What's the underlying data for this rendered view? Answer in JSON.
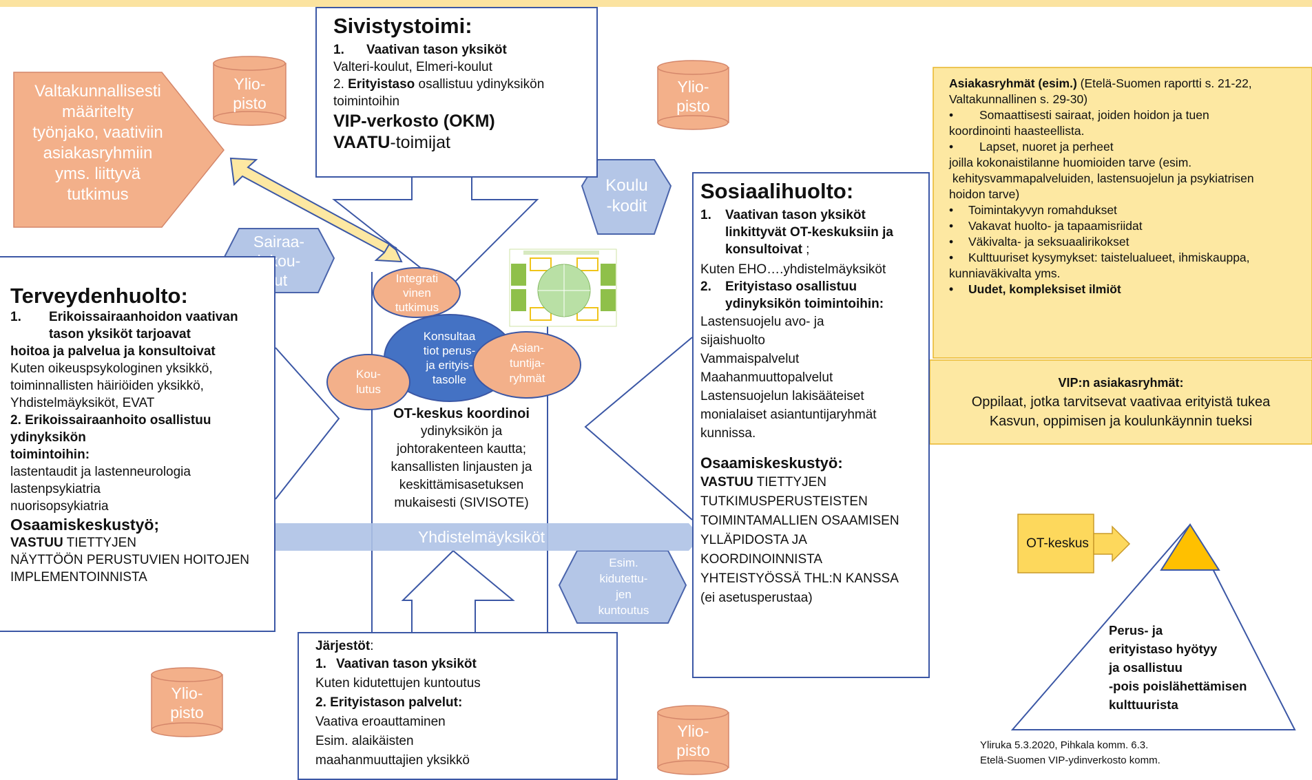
{
  "colors": {
    "box_border": "#3b57a5",
    "orange_fill": "#f3b08a",
    "orange_dark": "#eea57f",
    "hex_fill": "#b4c6e7",
    "hex_stroke": "#4a64ab",
    "blue_oval": "#4472c4",
    "yellow_panel": "#fde8a2",
    "yellow_panel_border": "#e8b52a",
    "yellow_arrow": "#fdd85c",
    "triangle_fill": "#ffc000",
    "ot_box": "#fdd85c",
    "band": "#aec2e6"
  },
  "sivistystoimi": {
    "title": "Sivistystoimi:",
    "item1_num": "1.",
    "item1_label": "Vaativan tason yksiköt",
    "line2": "Valteri-koulut, Elmeri-koulut",
    "item2_prefix": "2. ",
    "item2_bold": "Erityistaso",
    "item2_rest": " osallistuu ydinyksikön",
    "item2_cont": "toimintoihin",
    "vip": "VIP-verkosto (OKM)",
    "vaatu_bold": "VAATU",
    "vaatu_rest": "-toimijat"
  },
  "valtakunnallisesti": {
    "lines": [
      "Valtakunnallisesti",
      "määritelty",
      "työnjako, vaativiin",
      "asiakasryhmiin",
      "yms. liittyvä",
      "tutkimus"
    ]
  },
  "yliopisto": {
    "line1": "Ylio-",
    "line2": "pisto"
  },
  "hexagons": {
    "koulukodit": [
      "Koulu",
      "-kodit"
    ],
    "sairaalakoulut": [
      "Sairaa-",
      "lakou-",
      "lut"
    ],
    "kidutettujen": [
      "Esim.",
      "kidutettu-",
      "jen",
      "kuntoutus"
    ]
  },
  "terveydenhuolto": {
    "title": "Terveydenhuolto:",
    "item1_num": "1.",
    "item1_line1": "Erikoissairaanhoidon vaativan",
    "item1_line2": "tason yksiköt tarjoavat",
    "item1_line3": "hoitoa ja palvelua ja konsultoivat",
    "lines_a": [
      "Kuten oikeuspsykologinen yksikkö,",
      "toiminnallisten häiriöiden yksikkö,",
      "Yhdistelmäyksiköt, EVAT"
    ],
    "item2_line1": "2. Erikoissairaanhoito osallistuu",
    "item2_line2": "ydinyksikön",
    "item2_line3": "toimintoihin:",
    "lines_b": [
      "lastentaudit ja lastenneurologia",
      "lastenpsykiatria",
      "nuorisopsykiatria"
    ],
    "osaamis_title": "Osaamiskeskustyö;",
    "vastuu_bold": "VASTUU",
    "vastuu_rest": " TIETTYJEN",
    "lines_c": [
      "NÄYTTÖÖN PERUSTUVIEN HOITOJEN",
      "IMPLEMENTOINNISTA"
    ]
  },
  "center": {
    "integratiivinen": [
      "Integrati",
      "vinen",
      "tutkimus"
    ],
    "konsultaatiot": [
      "Konsultaa",
      "tiot perus-",
      "ja erityis-",
      "tasolle"
    ],
    "koulutus": [
      "Kou-",
      "lutus"
    ],
    "asiantuntija": [
      "Asian-",
      "tuntija-",
      "ryhmät"
    ],
    "ot_title": "OT-keskus koordinoi",
    "ot_lines": [
      "ydinyksikön ja",
      "johtorakenteen kautta;",
      "kansallisten linjausten ja",
      "keskittämisasetuksen",
      "mukaisesti (SIVISOTE)"
    ]
  },
  "yhdistelma": {
    "label": "Yhdistelmäyksiköt"
  },
  "sosiaalihuolto": {
    "title": "Sosiaalihuolto:",
    "item1_num": "1.",
    "item1_lines": [
      "Vaativan tason yksiköt",
      "linkittyvät  OT-keskuksiin ja",
      "konsultoivat"
    ],
    "item1_tail": " ;",
    "kuten": "Kuten EHO….yhdistelmäyksiköt",
    "item2_num": "2.",
    "item2_lines": [
      "Erityistaso osallistuu",
      "ydinyksikön toimintoihin:"
    ],
    "lines_a": [
      "Lastensuojelu avo- ja",
      "sijaishuolto",
      "Vammaispalvelut",
      "Maahanmuuttopalvelut",
      "Lastensuojelun lakisääteiset",
      "monialaiset asiantuntijaryhmät",
      "kunnissa."
    ],
    "osaamis_title": "Osaamiskeskustyö:",
    "vastuu_bold": "VASTUU",
    "vastuu_rest": " TIETTYJEN",
    "lines_b": [
      "TUTKIMUSPERUSTEISTEN",
      "TOIMINTAMALLIEN OSAAMISEN",
      "YLLÄPIDOSTA JA",
      "KOORDINOINNISTA",
      "YHTEISTYÖSSÄ THL:N KANSSA",
      "(ei  asetusperustaa)"
    ]
  },
  "jarjestot": {
    "title_bold": "Järjestöt",
    "title_rest": ":",
    "item1_num": "1.",
    "item1_label": "Vaativan tason yksiköt",
    "line_a": "Kuten kidutettujen kuntoutus",
    "item2_label": "2. Erityistason palvelut:",
    "lines_b": [
      "Vaativa eroauttaminen",
      "Esim. alaikäisten",
      "maahanmuuttajien yksikkö"
    ]
  },
  "asiakasryhmat": {
    "title_bold": "Asiakasryhmät (esim.)",
    "title_rest": " (Etelä-Suomen raportti s. 21-22,",
    "title_cont": "Valtakunnallinen s. 29-30)",
    "bullet": "•",
    "b1": "Somaattisesti sairaat, joiden hoidon ja tuen",
    "b1_cont": "koordinointi haasteellista.",
    "b2": "Lapset, nuoret ja perheet",
    "b2_cont": [
      "joilla kokonaistilanne huomioiden tarve (esim.",
      " kehitysvammapalveluiden, lastensuojelun ja psykiatrisen",
      "hoidon tarve)"
    ],
    "b3": "Toimintakyvyn romahdukset",
    "b4": "Vakavat huolto- ja tapaamisriidat",
    "b5": "Väkivalta- ja seksuaalirikokset",
    "b6": "Kulttuuriset kysymykset: taistelualueet, ihmiskauppa,",
    "b6_cont": "kunniaväkivalta yms.",
    "b7": "Uudet, kompleksiset ilmiöt"
  },
  "vip": {
    "title": "VIP:n asiakasryhmät:",
    "line1": "Oppilaat, jotka tarvitsevat vaativaa erityistä tukea",
    "line2": "Kasvun, oppimisen ja koulunkäynnin tueksi"
  },
  "triangle": {
    "ot_label": "OT-keskus",
    "lines": [
      "Perus- ja",
      "erityistaso hyötyy",
      "ja osallistuu",
      "-pois poislähettämisen",
      "kulttuurista"
    ]
  },
  "footer": {
    "line1": "Yliruka 5.3.2020, Pihkala komm. 6.3.",
    "line2": "Etelä-Suomen VIP-ydinverkosto komm."
  }
}
